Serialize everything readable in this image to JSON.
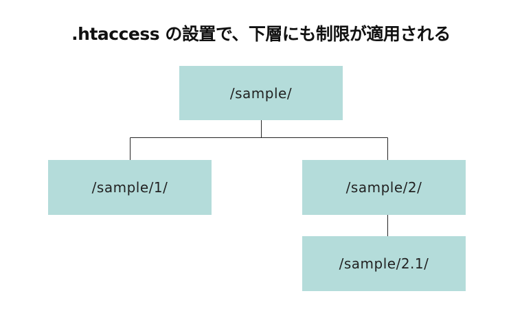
{
  "title": ".htaccess の設置で、下層にも制限が適用される",
  "tree": {
    "root": {
      "label": "/sample/"
    },
    "children": [
      {
        "label": "/sample/1/"
      },
      {
        "label": "/sample/2/"
      }
    ],
    "grandchildren": [
      {
        "label": "/sample/2.1/"
      }
    ]
  },
  "colors": {
    "node_fill": "#b4dcda",
    "connector": "#222222",
    "text": "#222222"
  }
}
